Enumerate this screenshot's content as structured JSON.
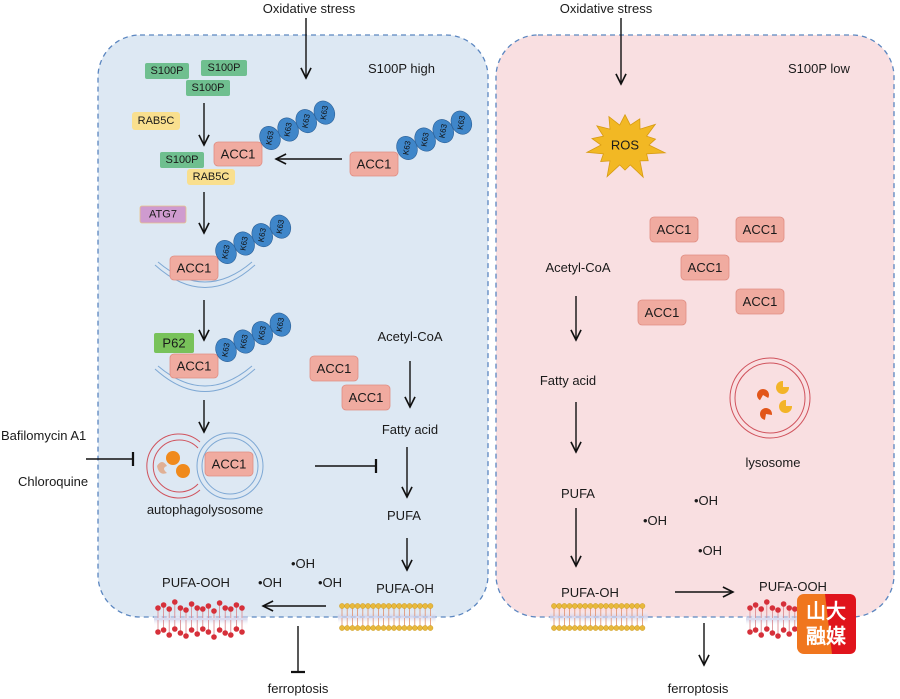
{
  "colors": {
    "left_cell_bg": "#dde8f3",
    "right_cell_bg": "#f9dfe1",
    "cell_border": "#5b86c0",
    "s100p": "#6fbf8f",
    "rab5c": "#f9df8e",
    "atg7": "#cf9bcf",
    "p62": "#78c25a",
    "acc1": "#f0aba0",
    "k63": "#3f86c9",
    "ros": "#f2b824",
    "lysosome_ring": "#d0535d",
    "phagophore_ring": "#7ea8d4",
    "membrane_gold": "#e8b93c",
    "membrane_red": "#d6303a",
    "watermark_orange": "#f0761e",
    "watermark_red": "#e0141c"
  },
  "left_panel": {
    "stimulus": "Oxidative stress",
    "title": "S100P high",
    "s100p_labels": [
      "S100P",
      "S100P",
      "S100P"
    ],
    "rab5c_label": "RAB5C",
    "complex": {
      "s100p": "S100P",
      "rab5c": "RAB5C"
    },
    "atg7_label": "ATG7",
    "p62_label": "P62",
    "acc1_labels": [
      "ACC1",
      "ACC1",
      "ACC1",
      "ACC1",
      "ACC1",
      "ACC1",
      "ACC1"
    ],
    "ubiquitin_label": "K63",
    "inhibitors": [
      "Bafilomycin A1",
      "Chloroquine"
    ],
    "autophagolysosome": "autophagolysosome",
    "pathway": {
      "acetyl_coa": "Acetyl-CoA",
      "fatty_acid": "Fatty acid",
      "pufa": "PUFA",
      "pufa_oh": "PUFA-OH",
      "pufa_ooh": "PUFA-OOH",
      "radical": "•OH"
    },
    "outcome": "ferroptosis"
  },
  "right_panel": {
    "stimulus": "Oxidative stress",
    "title": "S100P low",
    "ros_label": "ROS",
    "acc1_labels": [
      "ACC1",
      "ACC1",
      "ACC1",
      "ACC1",
      "ACC1"
    ],
    "lysosome_label": "lysosome",
    "pathway": {
      "acetyl_coa": "Acetyl-CoA",
      "fatty_acid": "Fatty acid",
      "pufa": "PUFA",
      "pufa_oh": "PUFA-OH",
      "pufa_ooh": "PUFA-OOH",
      "radical": "•OH"
    },
    "outcome": "ferroptosis"
  },
  "watermark": {
    "line1": "山大",
    "line2": "融媒"
  }
}
